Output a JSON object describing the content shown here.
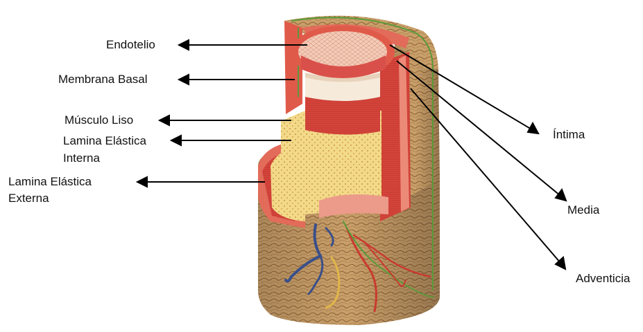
{
  "labels": {
    "endotelio": "Endotelio",
    "membrana_basal": "Membrana Basal",
    "musculo_liso": "Músculo Liso",
    "lamina_interna_1": "Lamina Elástica",
    "lamina_interna_2": "Interna",
    "lamina_externa_1": "Lamina Elástica",
    "lamina_externa_2": "Externa",
    "intima": "Íntima",
    "media": "Media",
    "adventicia": "Adventicia"
  },
  "colors": {
    "adventitia": "#c9a06a",
    "adventitia_dark": "#8a5a32",
    "media_red": "#d8473d",
    "media_light": "#ec8a78",
    "lamina_yellow": "#f1d27a",
    "endothelium_pink": "#f3c7b5",
    "basal_cream": "#f6eadb",
    "elastic_green": "#5a9a3a",
    "vein_blue": "#3a4f8a",
    "nerve_yellow": "#e0b64a",
    "artery_red": "#c93a2f"
  }
}
